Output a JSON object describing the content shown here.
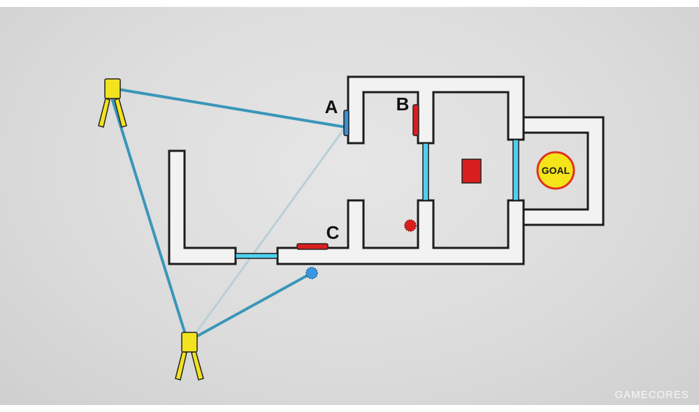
{
  "labels": {
    "a": "A",
    "b": "B",
    "c": "C",
    "goal": "GOAL"
  },
  "watermark": "GAMECORES",
  "colors": {
    "background": "#dcdcdc",
    "wall_fill": "#f2f2f2",
    "wall_outline": "#1c1c1c",
    "laser": "#3a96b8",
    "bridge": "#4fd0ef",
    "switch_red": "#d91e1e",
    "tripod_yellow": "#f3e21e",
    "goal_yellow": "#f4e419",
    "goal_ring": "#e0321e"
  },
  "icons": {
    "turret": "tripod-laser-icon",
    "goal": "goal-circle-icon",
    "orb": "orb-icon"
  }
}
